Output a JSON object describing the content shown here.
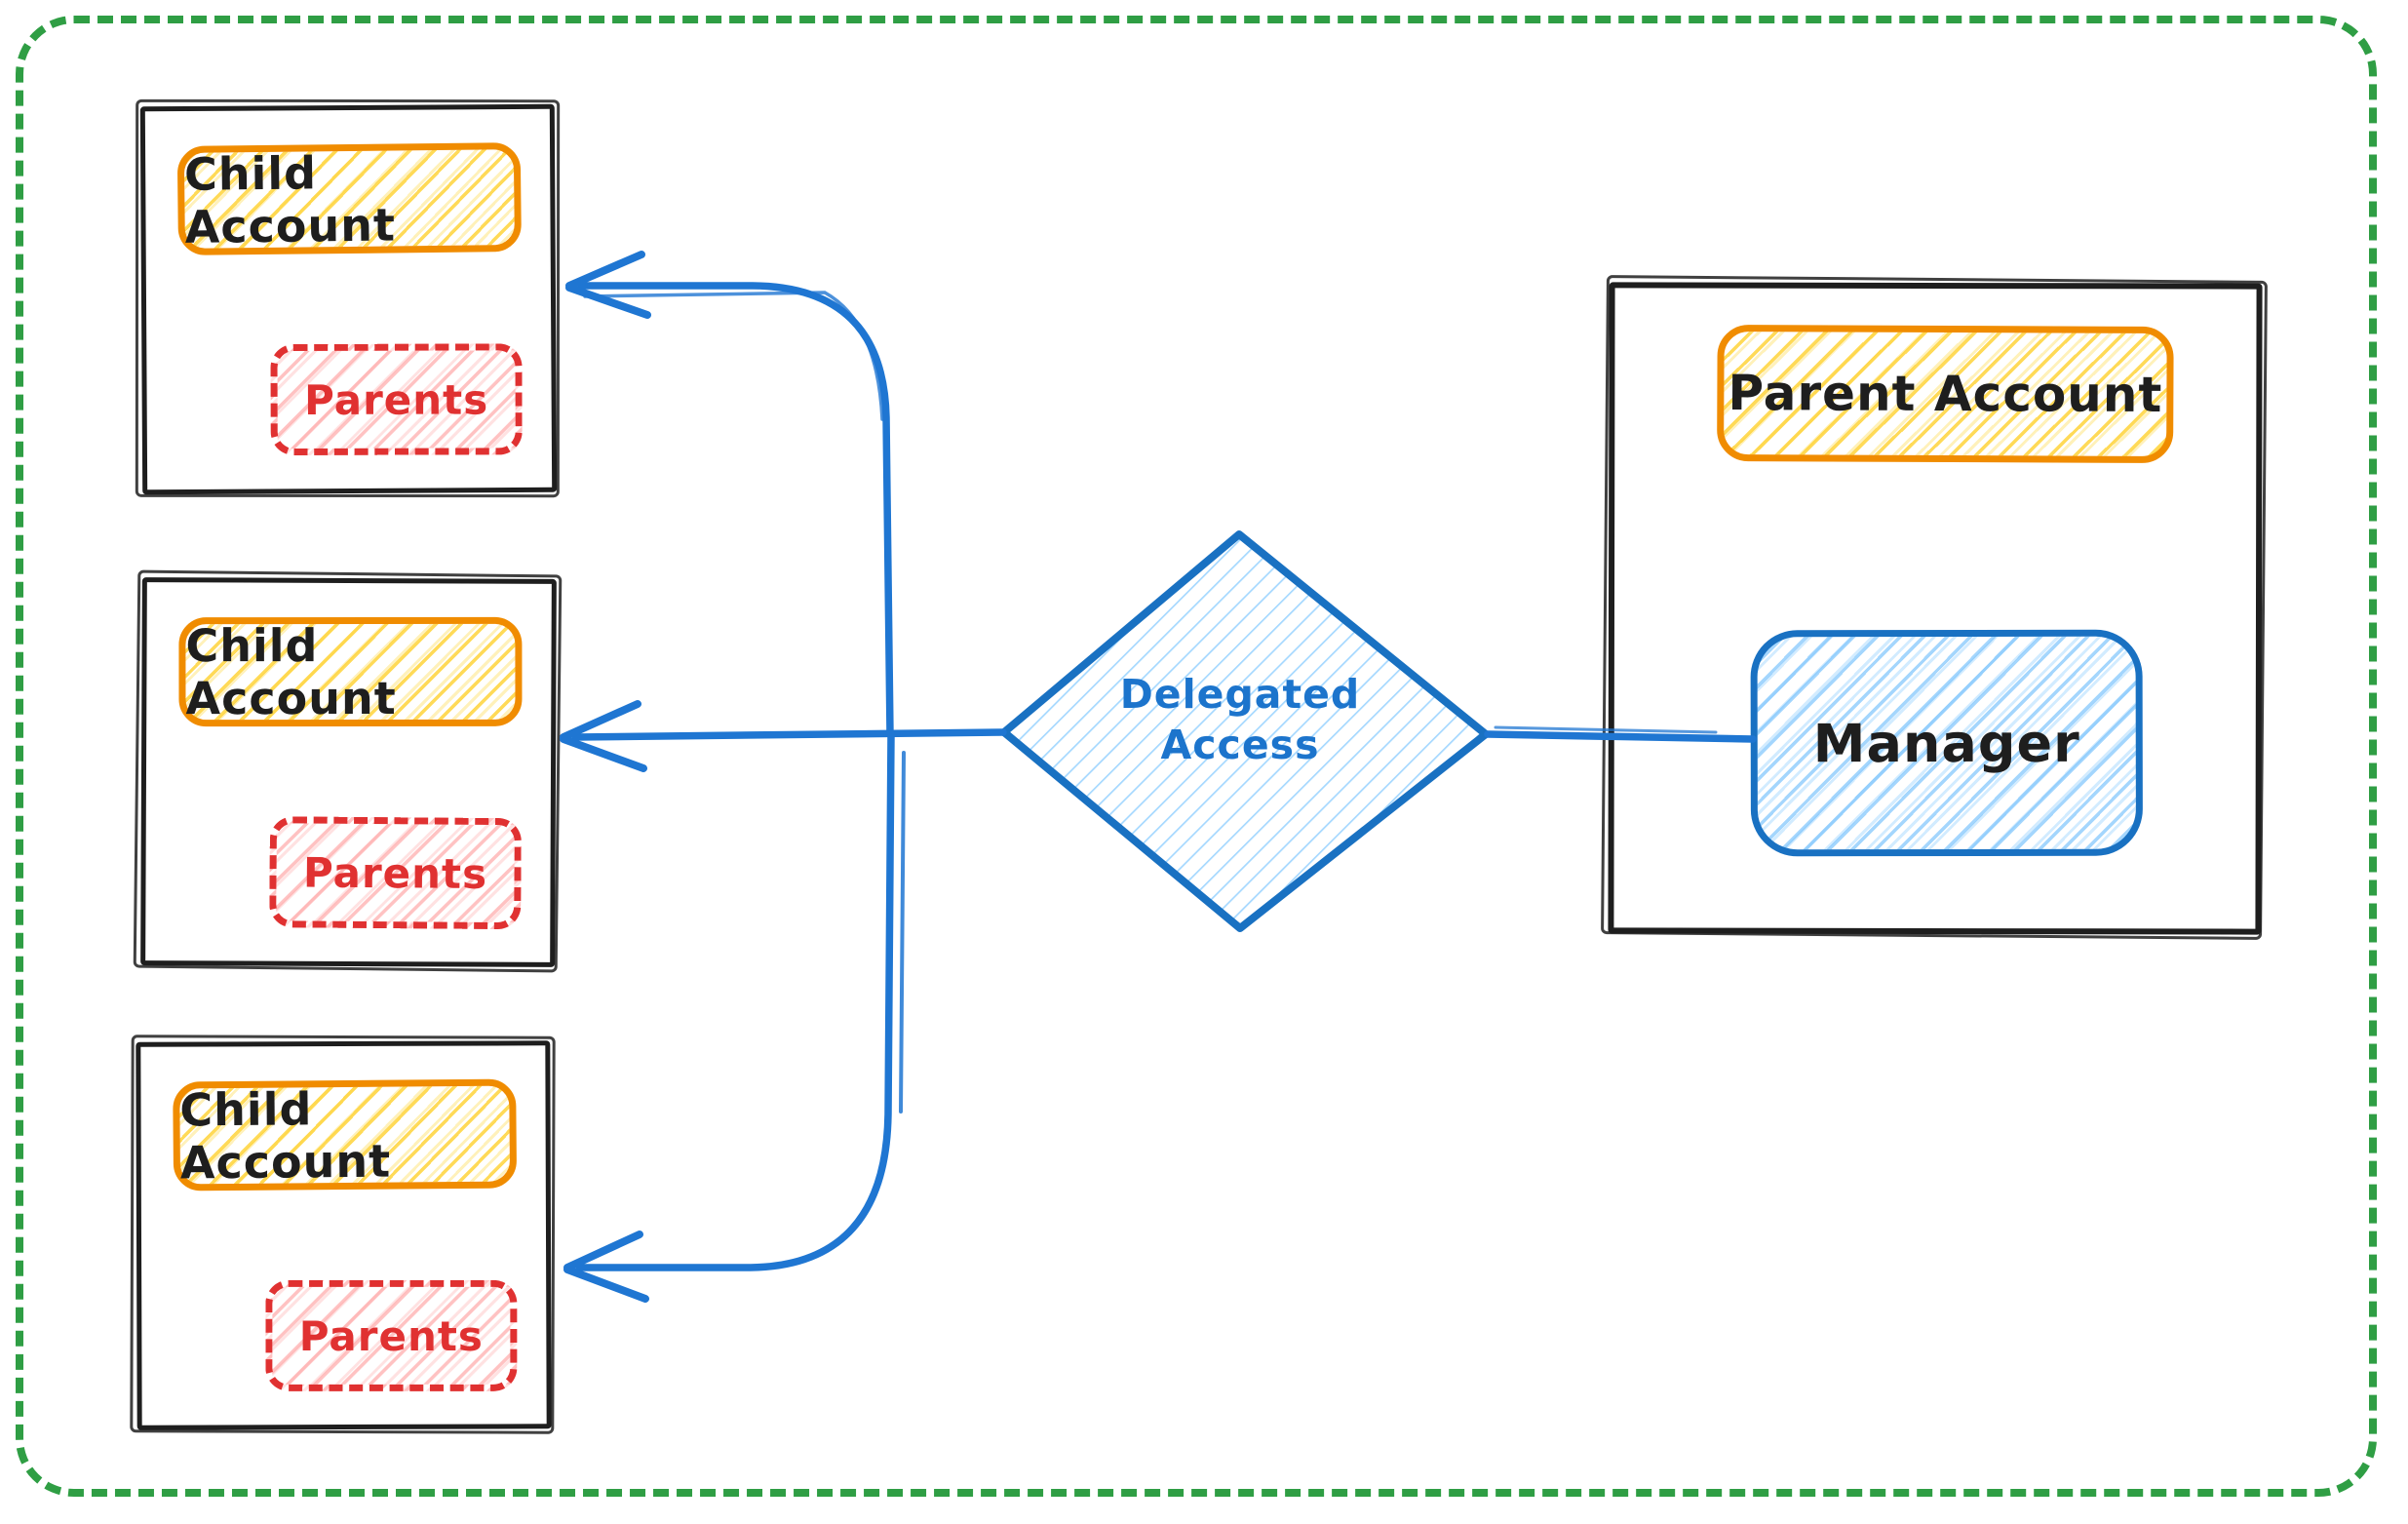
{
  "diagram": {
    "frame": {
      "style": "dashed rounded rectangle",
      "color": "#2f9e44"
    },
    "child_accounts": [
      {
        "title": "Child Account",
        "members": "Parents"
      },
      {
        "title": "Child Account",
        "members": "Parents"
      },
      {
        "title": "Child Account",
        "members": "Parents"
      }
    ],
    "parent_account": {
      "title": "Parent Account",
      "role": "Manager"
    },
    "decision": {
      "line1": "Delegated",
      "line2": "Access"
    },
    "colors": {
      "frame_green": "#2f9e44",
      "box_black": "#1e1e1e",
      "account_orange_stroke": "#f08c00",
      "account_yellow_fill": "#ffd43b",
      "parents_red_stroke": "#e03131",
      "parents_pink_fill": "#ffc9c9",
      "manager_blue_stroke": "#1971c2",
      "manager_blue_fill": "#a5d8ff",
      "arrow_blue": "#1f76d2"
    }
  }
}
